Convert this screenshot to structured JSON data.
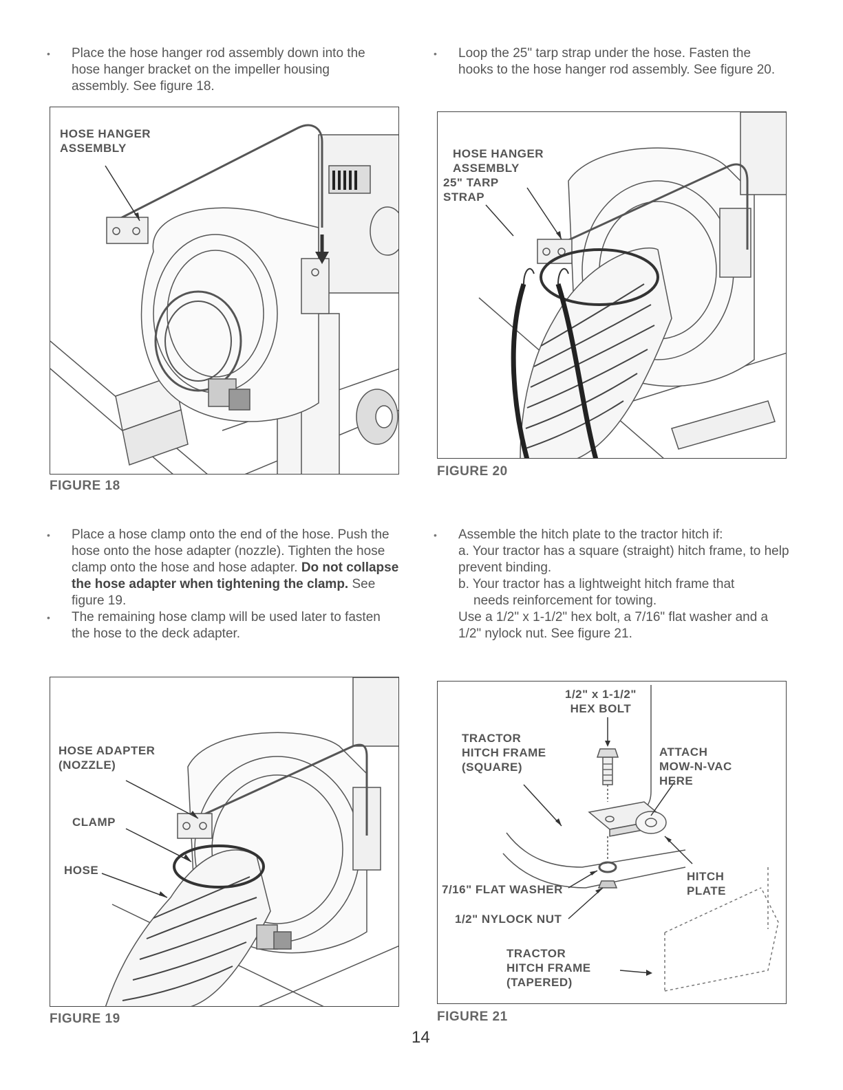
{
  "top_left": {
    "bullet": "Place the hose hanger rod assembly down into the hose hanger bracket on the impeller housing assembly. See figure 18."
  },
  "top_right": {
    "bullet": "Loop the 25\" tarp strap under the hose. Fasten the hooks to the hose hanger rod assembly. See figure 20."
  },
  "mid_left": {
    "bullet1_a": "Place a hose clamp onto the end of the hose. Push the hose onto the hose adapter (nozzle). Tighten the hose clamp onto the hose and hose adapter.",
    "bullet1_bold": "Do not collapse the hose adapter when tightening the clamp.",
    "bullet1_b": "See figure 19.",
    "bullet2": "The remaining hose clamp will be used later to fasten the hose to the deck adapter."
  },
  "mid_right": {
    "bullet": "Assemble the hitch plate to the tractor hitch if:",
    "item_a": "a.  Your tractor has a square (straight) hitch frame, to help prevent binding.",
    "item_b_1": "b.  Your tractor has a lightweight hitch frame that",
    "item_b_2": "needs reinforcement for towing.",
    "use": "Use a 1/2\" x 1-1/2\" hex bolt, a 7/16\" flat washer and a 1/2\" nylock nut. See figure 21."
  },
  "fig18": {
    "caption": "FIGURE 18",
    "label1": "HOSE HANGER",
    "label2": "ASSEMBLY"
  },
  "fig20": {
    "caption": "FIGURE 20",
    "label1": "HOSE HANGER",
    "label2": "ASSEMBLY",
    "label3": "25\" TARP",
    "label4": "STRAP"
  },
  "fig19": {
    "caption": "FIGURE 19",
    "adapter1": "HOSE ADAPTER",
    "adapter2": "(NOZZLE)",
    "clamp": "CLAMP",
    "hose": "HOSE"
  },
  "fig21": {
    "caption": "FIGURE 21",
    "bolt1": "1/2\" x 1-1/2\"",
    "bolt2": "HEX BOLT",
    "tractor_sq1": "TRACTOR",
    "tractor_sq2": "HITCH FRAME",
    "tractor_sq3": "(SQUARE)",
    "attach1": "ATTACH",
    "attach2": "MOW-N-VAC",
    "attach3": "HERE",
    "washer": "7/16\" FLAT WASHER",
    "nut": "1/2\" NYLOCK NUT",
    "plate1": "HITCH",
    "plate2": "PLATE",
    "tractor_tp1": "TRACTOR",
    "tractor_tp2": "HITCH FRAME",
    "tractor_tp3": "(TAPERED)"
  },
  "page_number": "14"
}
